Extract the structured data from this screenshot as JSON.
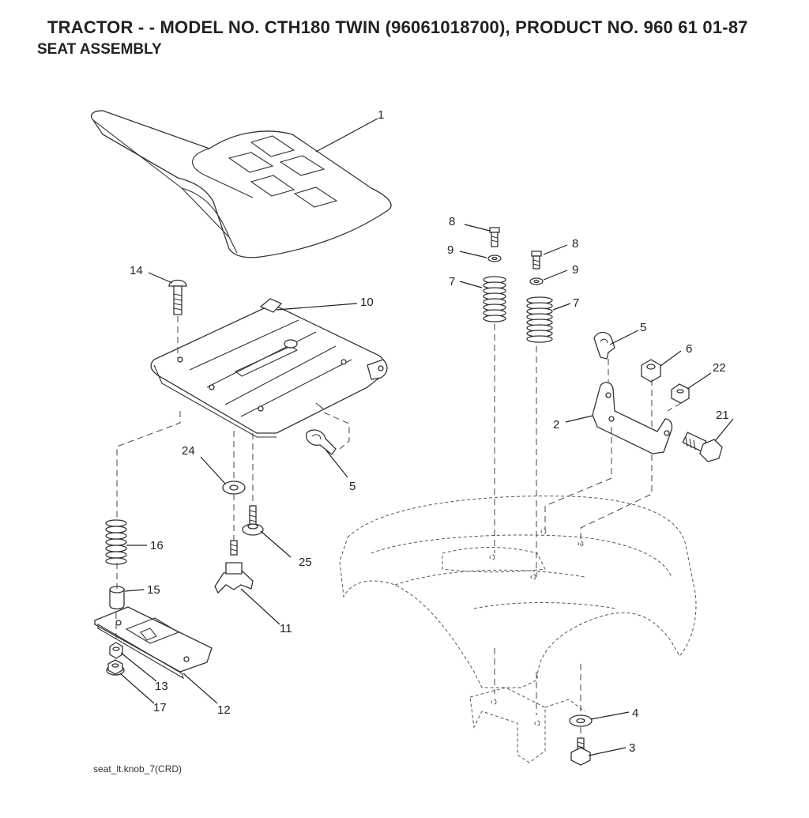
{
  "header": {
    "title": "TRACTOR - - MODEL NO. CTH180 TWIN (96061018700), PRODUCT NO. 960 61 01-87",
    "subtitle": "SEAT ASSEMBLY"
  },
  "callouts": {
    "c1": "1",
    "c14": "14",
    "c10": "10",
    "c24": "24",
    "c5a": "5",
    "c16": "16",
    "c25": "25",
    "c15": "15",
    "c11": "11",
    "c13": "13",
    "c12": "12",
    "c17": "17",
    "c8a": "8",
    "c9a": "9",
    "c7a": "7",
    "c8b": "8",
    "c9b": "9",
    "c7b": "7",
    "c5b": "5",
    "c6": "6",
    "c22": "22",
    "c2": "2",
    "c21": "21",
    "c4": "4",
    "c3": "3"
  },
  "footer": {
    "code": "seat_lt.knob_7(CRD)"
  }
}
